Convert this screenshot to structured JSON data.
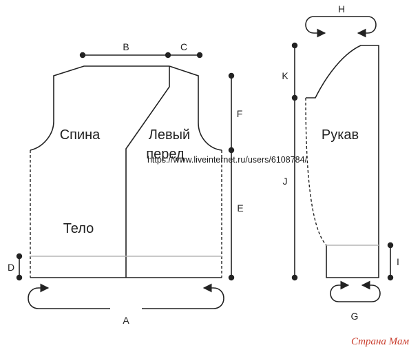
{
  "labels": {
    "back": "Спина",
    "left_front": [
      "Левый",
      "перед"
    ],
    "body": "Тело",
    "sleeve": "Рукав",
    "dimensions": {
      "A": "A",
      "B": "B",
      "C": "C",
      "D": "D",
      "E": "E",
      "F": "F",
      "G": "G",
      "H": "H",
      "I": "I",
      "J": "J",
      "K": "K"
    }
  },
  "watermark_url": "https://www.liveinternet.ru/users/6108784/",
  "watermark_site": "Страна Мам",
  "colors": {
    "outline": "#222222",
    "rib_line": "#b5b5b5",
    "watermark": "#c83a2a"
  }
}
